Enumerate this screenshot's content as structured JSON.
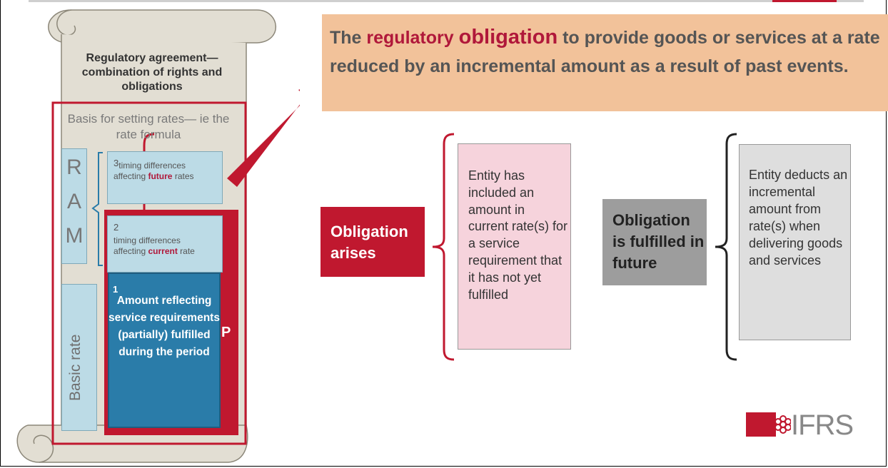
{
  "scroll": {
    "title": "Regulatory agreement— combination of rights and obligations",
    "basis": "Basis for setting rates— ie the rate formula",
    "ram_letters": [
      "R",
      "A",
      "M"
    ],
    "basic_rate": "Basic rate",
    "timing3": {
      "num": "3",
      "line1": "timing differences",
      "pre": "affecting ",
      "hl": "future",
      "post": " rates"
    },
    "timing2": {
      "num": "2",
      "line1": "timing differences",
      "pre": "affecting ",
      "hl": "current",
      "post": " rate"
    },
    "amount": {
      "num": "1",
      "text": "Amount reflecting service requirements (partially) fulfilled during the period"
    },
    "p_label": "P"
  },
  "banner": {
    "part1": "The ",
    "regulatory": "regulatory",
    "obligation": "obligation",
    "part2": " to provide goods or services at a rate reduced by an incremental amount as a result of past events."
  },
  "flow": {
    "arises": "Obligation arises",
    "pink_text": "Entity has included an amount in current rate(s) for a service requirement that it has not yet fulfilled",
    "fulfilled": "Obligation is fulfilled in future",
    "grey_text": "Entity deducts an incremental amount from rate(s) when delivering goods and services"
  },
  "logo": {
    "text": "IFRS"
  },
  "colors": {
    "accent_red": "#c0182f",
    "banner_orange": "#f2c29a",
    "pink": "#f6d3dc",
    "grey": "#9d9d9d",
    "blue_dark": "#2a7ca9",
    "blue_light": "#bcdbe6"
  }
}
